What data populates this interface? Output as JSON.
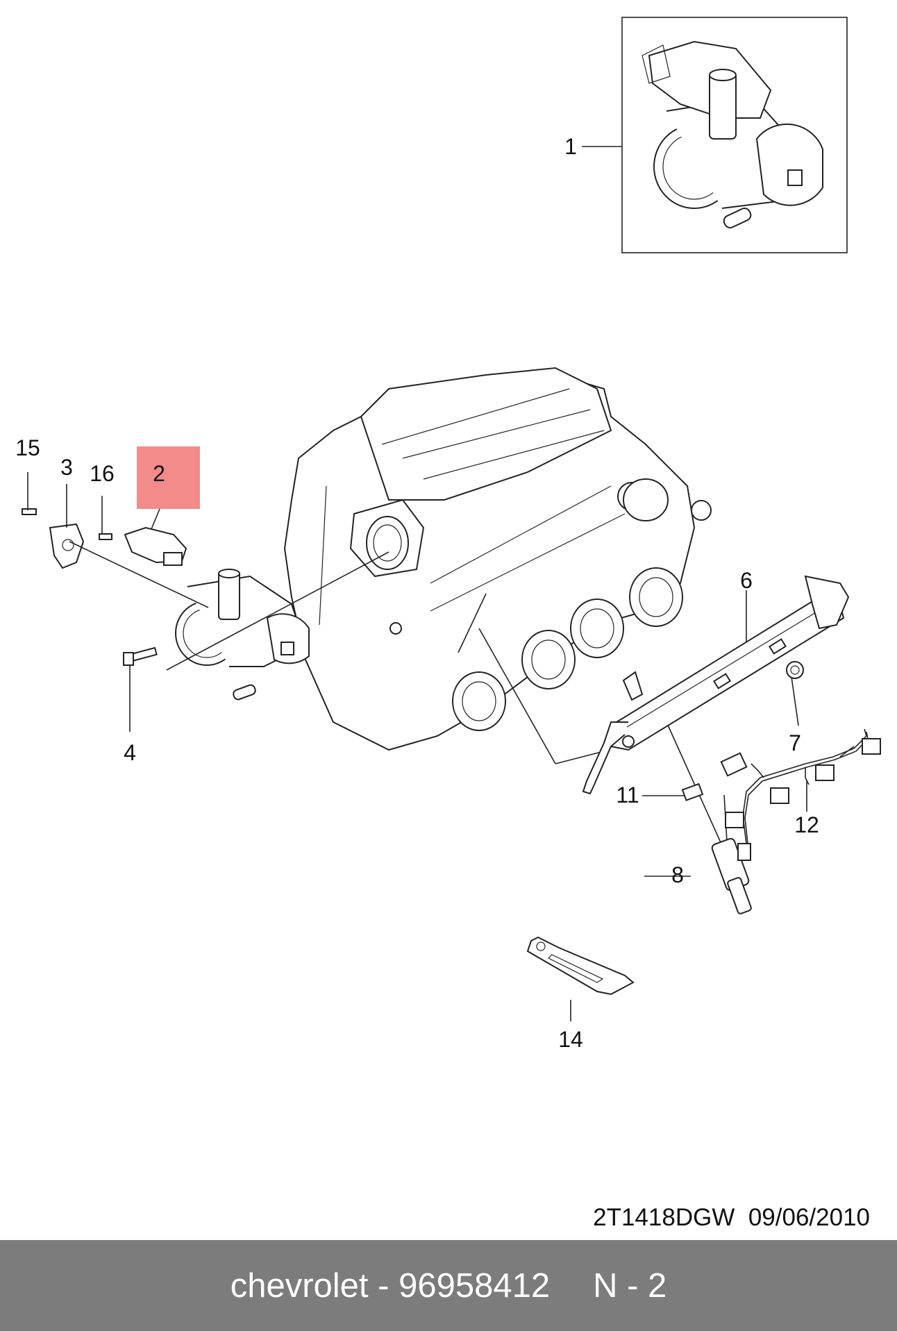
{
  "callouts": {
    "c1": "1",
    "c2": "2",
    "c3": "3",
    "c4": "4",
    "c6": "6",
    "c7": "7",
    "c8": "8",
    "c11": "11",
    "c12": "12",
    "c14": "14",
    "c15": "15",
    "c16": "16"
  },
  "drawing_code": "2T1418DGW",
  "drawing_date": "09/06/2010",
  "footer": {
    "part_label": "chevrolet - 96958412",
    "position_label": "N - 2"
  },
  "colors": {
    "highlight": "#f38b8b",
    "footer_bg": "#7c7c7c",
    "line": "#222222"
  }
}
